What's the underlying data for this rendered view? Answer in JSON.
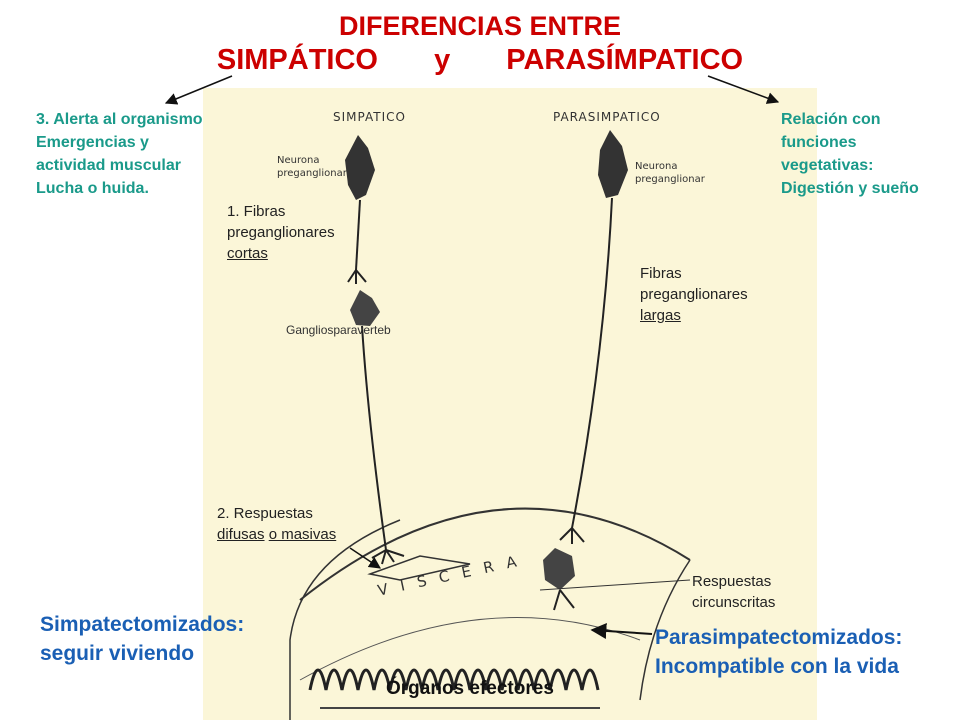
{
  "title": {
    "line1": "DIFERENCIAS ENTRE",
    "line2_a": "SIMPÁTICO",
    "line2_b": "y",
    "line2_c": "PARASÍMPATICO"
  },
  "left_note": [
    "3. Alerta al organismo",
    "Emergencias y",
    "actividad muscular",
    "Lucha o huida."
  ],
  "right_note": [
    "Relación con",
    "funciones",
    "vegetativas:",
    "Digestión y sueño"
  ],
  "image_labels": {
    "simpatico": "SIMPATICO",
    "parasimpatico": "PARASIMPATICO",
    "neurona_left": [
      "Neurona",
      "preganglionar"
    ],
    "neurona_right": [
      "Neurona",
      "preganglionar"
    ],
    "viscera": "V I S C E R A"
  },
  "labels": {
    "fibras_cortas_1": "1. Fibras",
    "fibras_cortas_2": "preganglionares",
    "fibras_cortas_3": "cortas",
    "ganglios": "Gangliosparaverteb",
    "fibras_largas_1": "Fibras",
    "fibras_largas_2": "preganglionares",
    "fibras_largas_3": "largas",
    "respuestas_difusas_1": "2. Respuestas",
    "respuestas_difusas_2a": "difusas",
    "respuestas_difusas_2b": "o masivas",
    "respuestas_circ_1": "Respuestas",
    "respuestas_circ_2": "circunscritas",
    "organos": "Órganos efectores"
  },
  "bottom_left": [
    "Simpatectomizados:",
    "seguir viviendo"
  ],
  "bottom_right": [
    "Parasimpatectomizados:",
    "Incompatible con la vida"
  ],
  "colors": {
    "title": "#cc0000",
    "note": "#1a9a8a",
    "highlight": "#1a5fb4",
    "image_bg": "#fbf6d8"
  }
}
